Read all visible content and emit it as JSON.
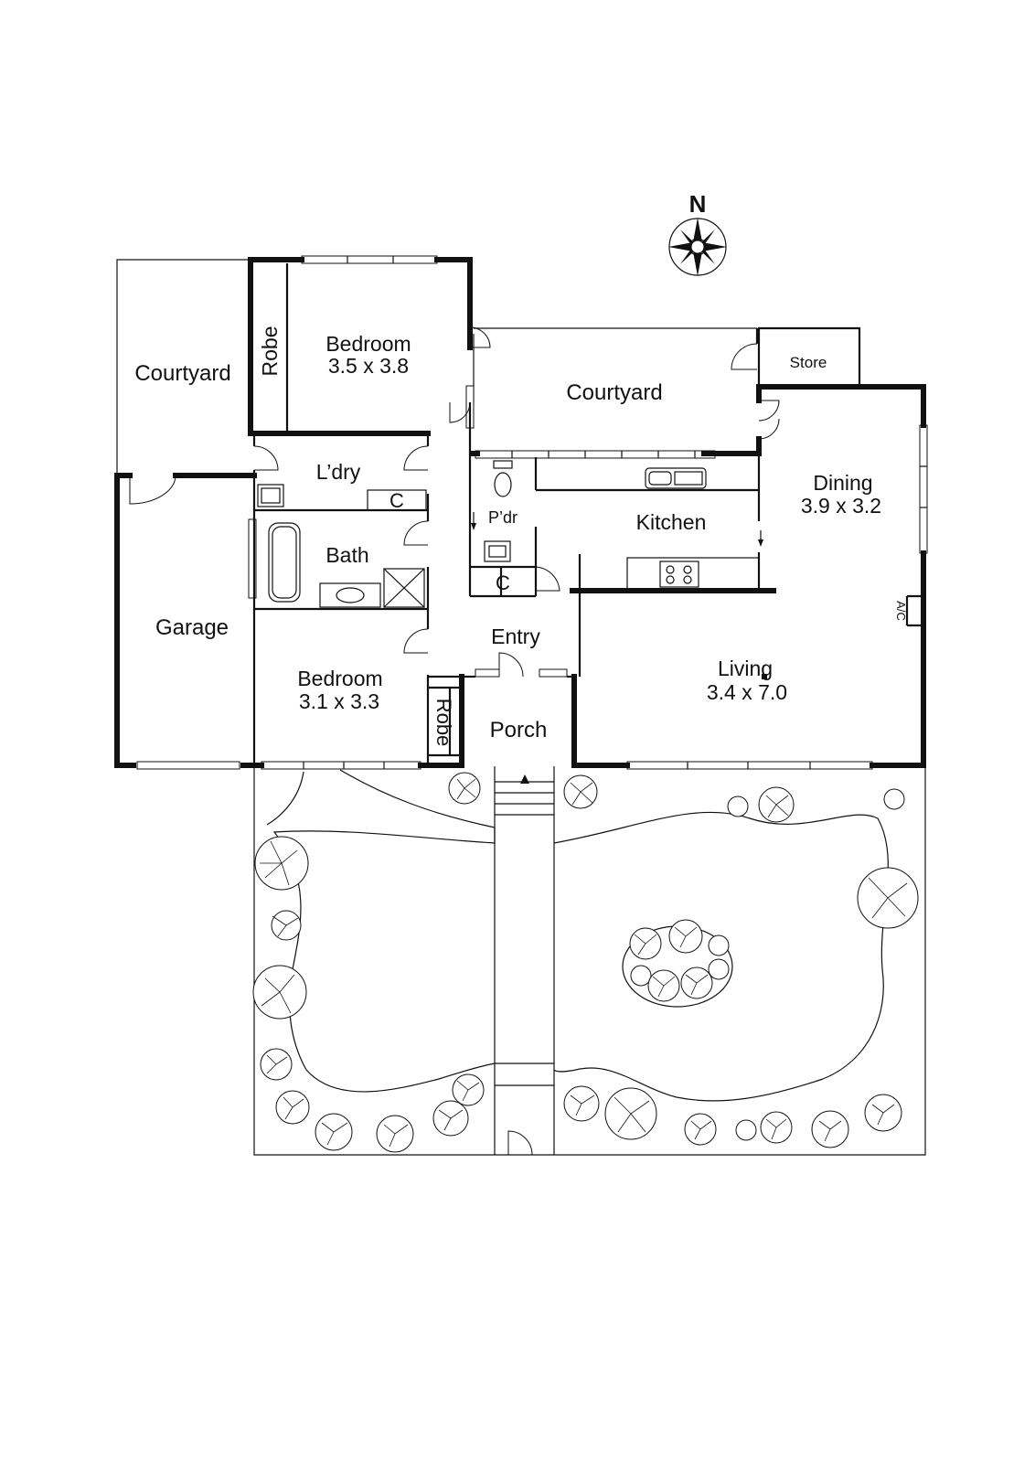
{
  "compass": {
    "label": "N"
  },
  "rooms": {
    "courtyard_west": {
      "name": "Courtyard"
    },
    "robe_north": {
      "name": "Robe"
    },
    "bedroom_north": {
      "name": "Bedroom",
      "dims": "3.5 x 3.8"
    },
    "courtyard_north": {
      "name": "Courtyard"
    },
    "store": {
      "name": "Store"
    },
    "laundry": {
      "name": "L’dry",
      "cupboard": "C"
    },
    "bath": {
      "name": "Bath"
    },
    "powder": {
      "name": "P’dr",
      "cupboard": "C"
    },
    "kitchen": {
      "name": "Kitchen"
    },
    "dining": {
      "name": "Dining",
      "dims": "3.9 x 3.2"
    },
    "aircon": {
      "name": "A/C"
    },
    "garage": {
      "name": "Garage"
    },
    "entry": {
      "name": "Entry"
    },
    "living": {
      "name": "Living",
      "dims": "3.4 x 7.0"
    },
    "bedroom_south": {
      "name": "Bedroom",
      "dims": "3.1 x 3.3"
    },
    "robe_south": {
      "name": "Robe"
    },
    "porch": {
      "name": "Porch"
    }
  }
}
